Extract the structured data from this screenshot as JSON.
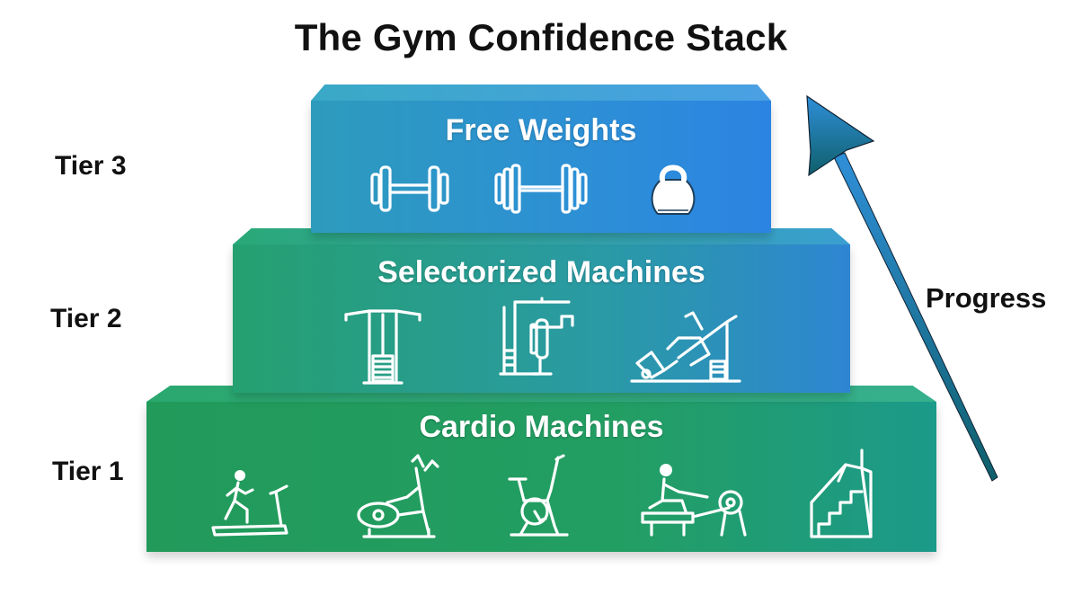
{
  "title": "The Gym Confidence Stack",
  "tiers": [
    {
      "tier_label": "Tier 1",
      "name": "Cardio Machines",
      "color": "#229c5e",
      "icons": [
        "treadmill-icon",
        "elliptical-icon",
        "stationary-bike-icon",
        "rowing-machine-icon",
        "stair-climber-icon"
      ]
    },
    {
      "tier_label": "Tier 2",
      "name": "Selectorized Machines",
      "color": "#2a9aa5",
      "icons": [
        "cable-tower-icon",
        "chest-press-machine-icon",
        "leg-press-machine-icon"
      ]
    },
    {
      "tier_label": "Tier 3",
      "name": "Free Weights",
      "color": "#2b88dc",
      "icons": [
        "dumbbell-icon",
        "barbell-icon",
        "kettlebell-icon"
      ]
    }
  ],
  "progress": {
    "label": "Progress",
    "arrow_colors": [
      "#0f5f6a",
      "#2f8fd8"
    ]
  }
}
